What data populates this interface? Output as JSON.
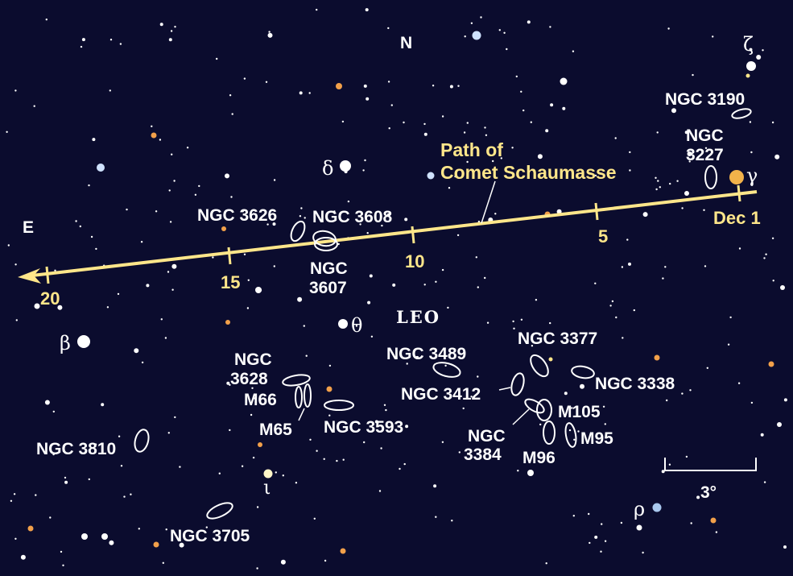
{
  "colors": {
    "background": "#0b0c2e",
    "path": "#ffe68a",
    "star_white": "#ffffff",
    "star_orange": "#f2a04a",
    "star_blue": "#cfe2ff",
    "label": "#ffffff"
  },
  "directions": {
    "north": "N",
    "east": "E"
  },
  "constellation": "LEO",
  "comet_path": {
    "label_line1": "Path of",
    "label_line2": "Comet Schaumasse",
    "start_label": "Dec 1",
    "tick_labels": [
      "5",
      "10",
      "15",
      "20"
    ]
  },
  "stars": {
    "zeta": "ζ",
    "gamma": "γ",
    "delta": "δ",
    "theta": "θ",
    "beta": "β",
    "iota": "ι",
    "rho": "ρ"
  },
  "galaxies": {
    "ngc3190": "NGC 3190",
    "ngc3227_l1": "NGC",
    "ngc3227_l2": "3227",
    "ngc3626": "NGC 3626",
    "ngc3608": "NGC 3608",
    "ngc3607_l1": "NGC",
    "ngc3607_l2": "3607",
    "ngc3628_l1": "NGC",
    "ngc3628_l2": "3628",
    "m66": "M66",
    "m65": "M65",
    "ngc3593": "NGC 3593",
    "ngc3810": "NGC 3810",
    "ngc3705": "NGC 3705",
    "ngc3489": "NGC 3489",
    "ngc3412": "NGC 3412",
    "ngc3377": "NGC 3377",
    "ngc3338": "NGC 3338",
    "ngc3384_l1": "NGC",
    "ngc3384_l2": "3384",
    "m105": "M105",
    "m95": "M95",
    "m96": "M96"
  },
  "scale_bar": {
    "label": "3°"
  }
}
